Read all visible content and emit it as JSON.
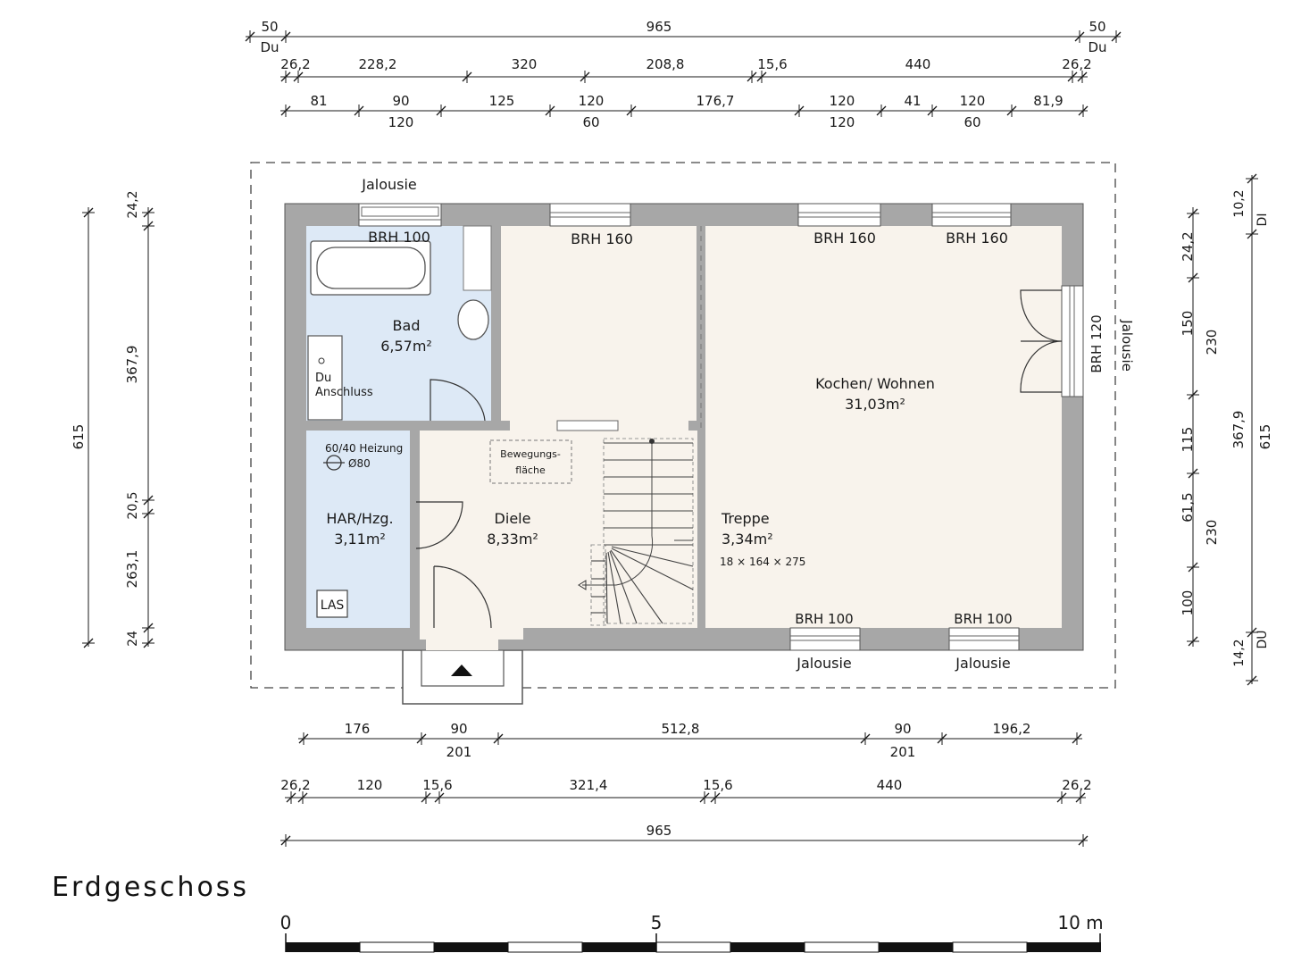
{
  "title": "Erdgeschoss",
  "scale_bar": {
    "labels": [
      "0",
      "5",
      "10 m"
    ]
  },
  "colors": {
    "wall": "#a7a7a7",
    "bath": "#dde9f6",
    "floor": "#f8f3ec",
    "ink": "#1a1a1a"
  },
  "rooms": {
    "bad": {
      "name": "Bad",
      "area": "6,57m²"
    },
    "har": {
      "name": "HAR/Hzg.",
      "area": "3,11m²"
    },
    "diele": {
      "name": "Diele",
      "area": "8,33m²"
    },
    "treppe": {
      "name": "Treppe",
      "area": "3,34m²",
      "spec": "18 × 164 × 275"
    },
    "kochen": {
      "name": "Kochen/ Wohnen",
      "area": "31,03m²"
    }
  },
  "labels": {
    "du": "Du",
    "anschluss": "Anschluss",
    "heizung": "60/40 Heizung",
    "chimney": "Ø80",
    "las": "LAS",
    "bewegung1": "Bewegungs-",
    "bewegung2": "fläche",
    "jalousie_top": "Jalousie",
    "jalousie_bottom_1": "Jalousie",
    "jalousie_bottom_2": "Jalousie",
    "jalousie_right": "Jalousie",
    "brh_bad": "BRH 100",
    "brh_top_1": "BRH 160",
    "brh_top_2": "BRH 160",
    "brh_top_3": "BRH 160",
    "brh_right": "BRH 120",
    "brh_bottom_1": "BRH 100",
    "brh_bottom_2": "BRH 100"
  },
  "dims": {
    "top_total": {
      "left": "50",
      "mid": "965",
      "right": "50",
      "left_sub": "Du",
      "right_sub": "Du"
    },
    "top_walls": [
      "26,2",
      "228,2",
      "320",
      "208,8",
      "15,6",
      "440",
      "26,2"
    ],
    "top_openings": [
      "81",
      "90",
      "125",
      "120",
      "176,7",
      "120",
      "41",
      "120",
      "81,9"
    ],
    "top_openings_sub": [
      "120",
      "60",
      "120",
      "60"
    ],
    "bottom_openings": [
      "176",
      "90",
      "512,8",
      "90",
      "196,2"
    ],
    "bottom_openings_sub": [
      "201",
      "201"
    ],
    "bottom_walls": [
      "26,2",
      "120",
      "15,6",
      "321,4",
      "15,6",
      "440",
      "26,2"
    ],
    "bottom_total": "965",
    "left_outer": "615",
    "left_inner": [
      "24,2",
      "367,9",
      "20,5",
      "263,1",
      "24"
    ],
    "right_openings": [
      "10,2",
      "24,2",
      "150",
      "115",
      "61,5",
      "100",
      "14,2"
    ],
    "right_sub": [
      "DI",
      "DU"
    ],
    "right_mid": [
      "230",
      "367,9",
      "230"
    ],
    "right_outer": "615"
  }
}
